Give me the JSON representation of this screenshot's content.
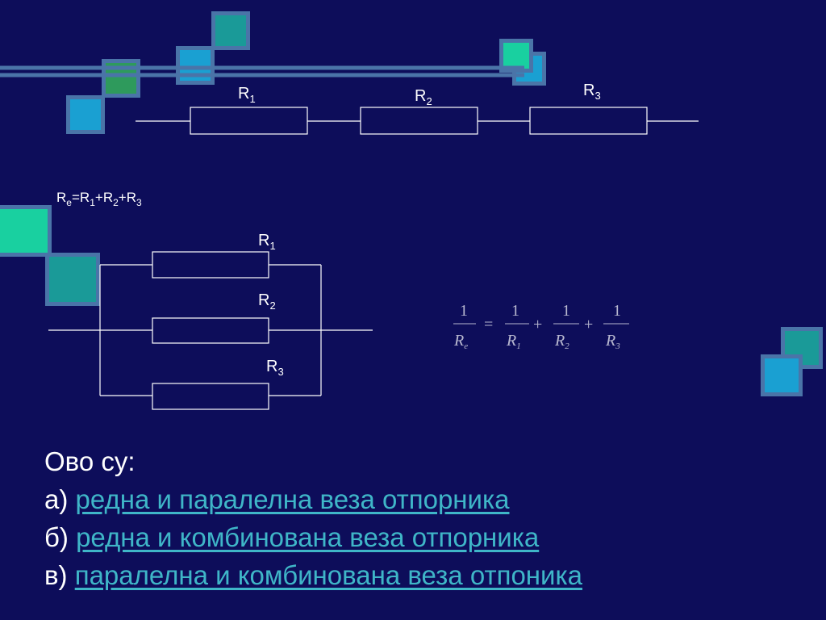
{
  "colors": {
    "background": "#0d0d5a",
    "wire": "#ffffff",
    "deco_band": "#4a74a8",
    "link": "#3fb6c8",
    "square_teal": "#1a9a98",
    "square_green": "#2e9a5c",
    "square_cyan": "#1aa0d2",
    "square_mint": "#19d0a0"
  },
  "series": {
    "r1": {
      "base": "R",
      "sub": "1"
    },
    "r2": {
      "base": "R",
      "sub": "2"
    },
    "r3": {
      "base": "R",
      "sub": "3"
    },
    "formula": {
      "re": "R",
      "re_sub": "e",
      "eq": "=",
      "r1": "R",
      "r1_sub": "1",
      "plus1": "+",
      "r2": "R",
      "r2_sub": "2",
      "plus2": "+",
      "r3": "R",
      "r3_sub": "3"
    }
  },
  "parallel": {
    "r1": {
      "base": "R",
      "sub": "1"
    },
    "r2": {
      "base": "R",
      "sub": "2"
    },
    "r3": {
      "base": "R",
      "sub": "3"
    },
    "formula": {
      "one": "1",
      "re": "R",
      "re_sub": "e",
      "eq": "=",
      "r1": "R",
      "r1_sub": "1",
      "plus": "+",
      "r2": "R",
      "r2_sub": "2",
      "r3": "R",
      "r3_sub": "3"
    }
  },
  "question": {
    "prompt": "Ово су:",
    "options": [
      {
        "letter": "а)",
        "text": "редна и паралелна веза отпорника"
      },
      {
        "letter": "б)",
        "text": "редна и комбинована веза отпорника"
      },
      {
        "letter": "в)",
        "text": "паралелна и комбинована веза отпоника"
      }
    ]
  }
}
